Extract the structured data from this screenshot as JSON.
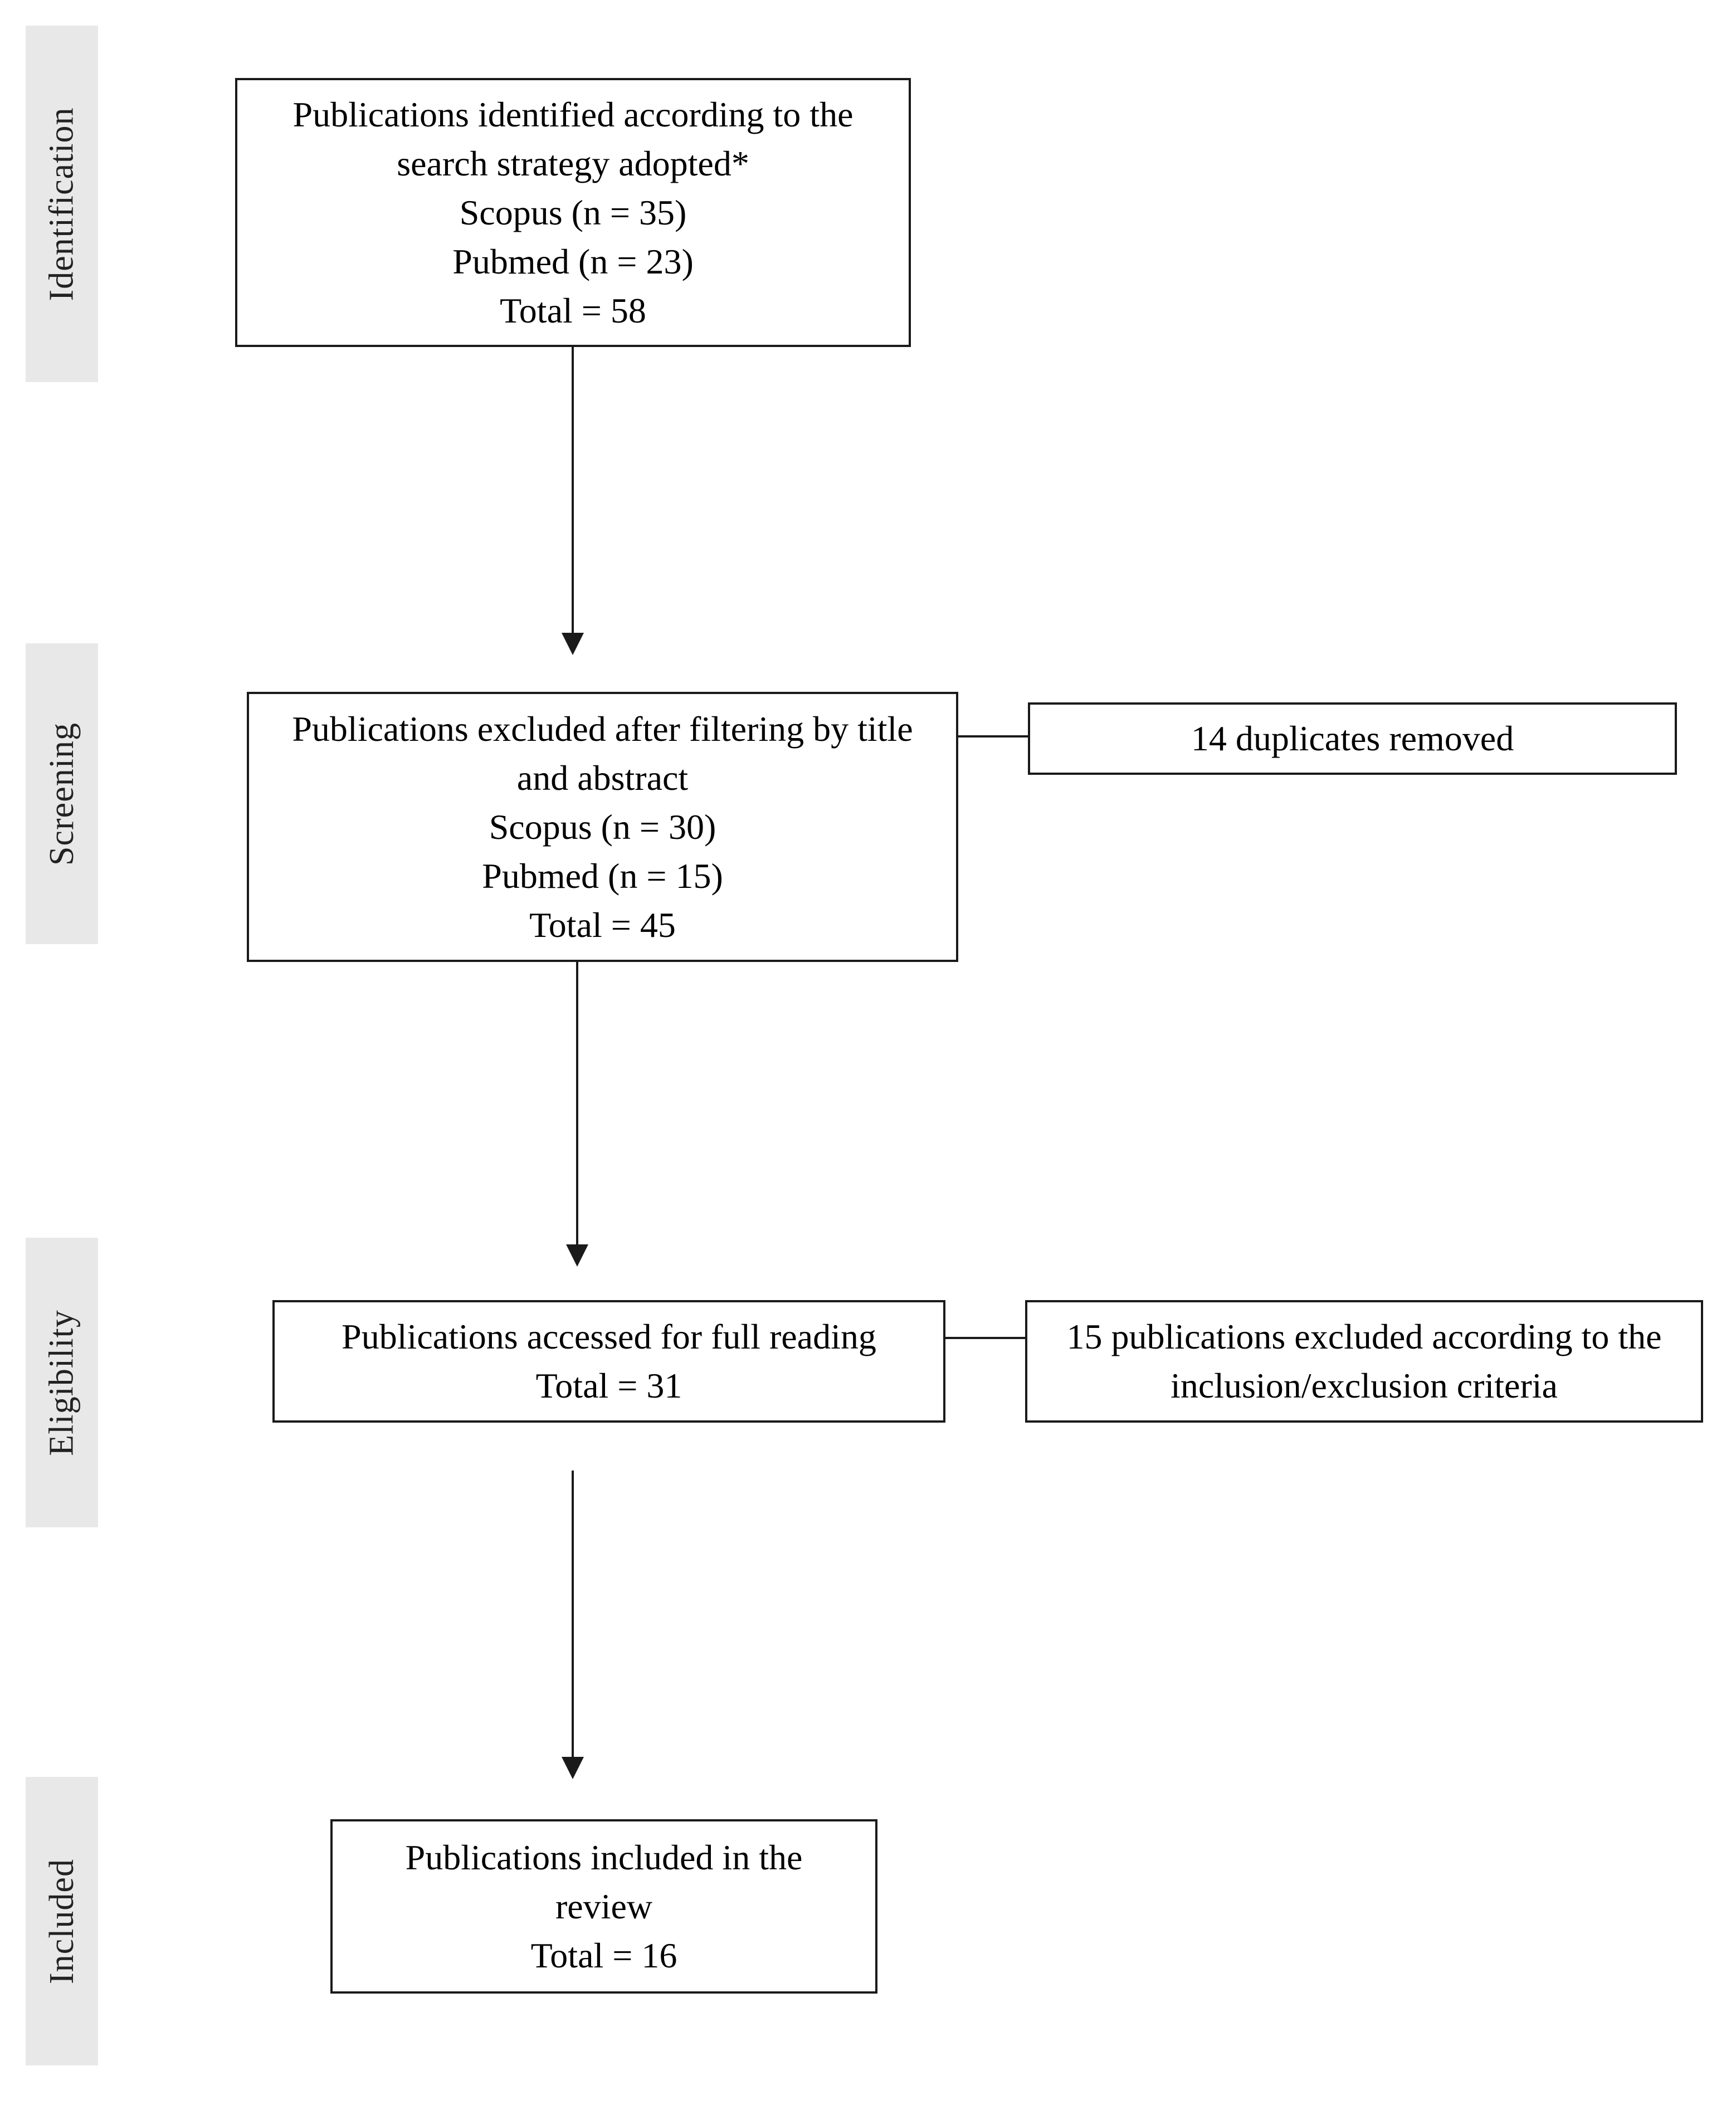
{
  "stages": {
    "identification": "Identification",
    "screening": "Screening",
    "eligibility": "Eligibility",
    "included": "Included"
  },
  "identification_box": {
    "line1": "Publications identified according to the search strategy adopted*",
    "line2": "Scopus (n = 35)",
    "line3": "Pubmed (n = 23)",
    "line4": "Total = 58"
  },
  "screening_box": {
    "line1": "Publications excluded after filtering by title and abstract",
    "line2": "Scopus (n = 30)",
    "line3": "Pubmed (n = 15)",
    "line4": "Total = 45"
  },
  "duplicates_box": {
    "line1": "14 duplicates removed"
  },
  "eligibility_box": {
    "line1": "Publications accessed for full reading",
    "line2": "Total = 31"
  },
  "excluded_box": {
    "line1": "15 publications excluded according to the inclusion/exclusion criteria"
  },
  "included_box": {
    "line1": "Publications included in the review",
    "line2": "Total = 16"
  }
}
